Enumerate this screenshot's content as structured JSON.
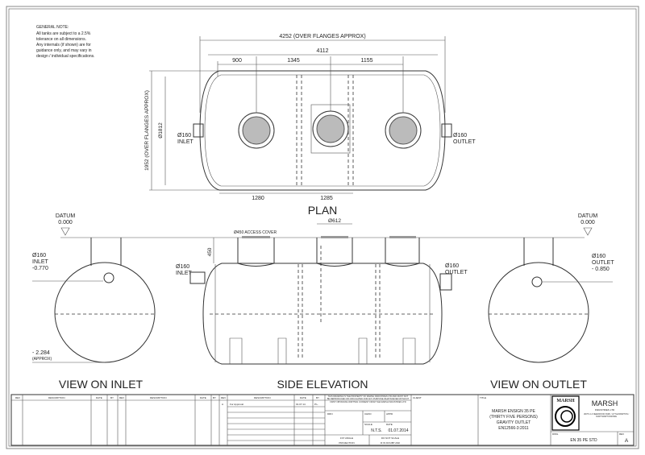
{
  "note": {
    "title": "GENERAL NOTE:",
    "lines": [
      "All tanks are subject to a 2.5%",
      "tolerance on all dimensions.",
      "Any internals (if shown) are for",
      "guidance only, and may vary in",
      "design / individual specifications."
    ]
  },
  "plan": {
    "title": "PLAN",
    "dim_overall": "4252 (OVER FLANGES APPROX)",
    "dim_body": "4112",
    "dim_a": "900",
    "dim_b": "1345",
    "dim_c": "1155",
    "dim_d": "1280",
    "dim_e": "1285",
    "dim_height": "1952 (OVER FLANGES APPROX)",
    "dim_dia": "Ø1812",
    "inlet": [
      "Ø160",
      "INLET"
    ],
    "outlet": [
      "Ø160",
      "OUTLET"
    ]
  },
  "elevation": {
    "title": "SIDE ELEVATION",
    "access_cover": "Ø450 ACCESS COVER",
    "dim_turret": "Ø612",
    "dim_450": "450",
    "inlet": [
      "Ø160",
      "INLET"
    ],
    "outlet": [
      "Ø160",
      "OUTLET"
    ]
  },
  "view_inlet": {
    "title": "VIEW ON INLET",
    "datum": [
      "DATUM",
      "0.000"
    ],
    "inlet": [
      "Ø160",
      "INLET",
      "-0.770"
    ],
    "invert": [
      "- 2.284",
      "(APPROX)"
    ]
  },
  "view_outlet": {
    "title": "VIEW ON OUTLET",
    "datum": [
      "DATUM",
      "0.000"
    ],
    "outlet": [
      "Ø160",
      "OUTLET",
      "- 0.850"
    ]
  },
  "title_block": {
    "rev_headers": [
      "REV",
      "DESCRIPTION",
      "DATE",
      "BY"
    ],
    "revisions": [
      {
        "rev": "A",
        "description": "For Approval",
        "date": "01.07.14",
        "by": "P.L."
      }
    ],
    "copyright": "THIS DRAWING IS THE PROPERTY OF MARSH INDUSTRIES LTD AND MUST NOT BE REPRODUCED OR CIRCULATED FOR ANY PURPOSE WHATSOEVER WITHOUT FIRST OBTAINING WRITTEN CONSENT FROM THE MARSH INDUSTRIES LTD",
    "drn_label": "DRN",
    "chkd_label": "CHKD",
    "appd_label": "APPD",
    "scale_label": "SCALE",
    "scale": "N.T.S.",
    "date_label": "DATE",
    "date": "01.07.2014",
    "first_angle": "1ST ANGLE",
    "projection": "PROJECTION",
    "do_not_scale": "DO NOT SCALE",
    "if_in_doubt": "IF IN DOUBT ASK",
    "client_label": "CLIENT",
    "title_label": "TITLE",
    "title_lines": [
      "MARSH ENSIGN 35 PE",
      "(THIRTY FIVE PERSONS)",
      "GRAVITY OUTLET",
      "EN12566-3:2011"
    ],
    "logo": "MARSH",
    "company": "MARSH",
    "company_sub": "INDUSTRIES LTD",
    "address": "UNITS 2-3 NEEDWOOD PARK / LITTLEHAMPTON / NORTHAMPTONSHIRE",
    "dwg_label": "DWG",
    "dwg_no": "EN 35 PE STD",
    "rev_label": "REV",
    "rev": "A"
  }
}
